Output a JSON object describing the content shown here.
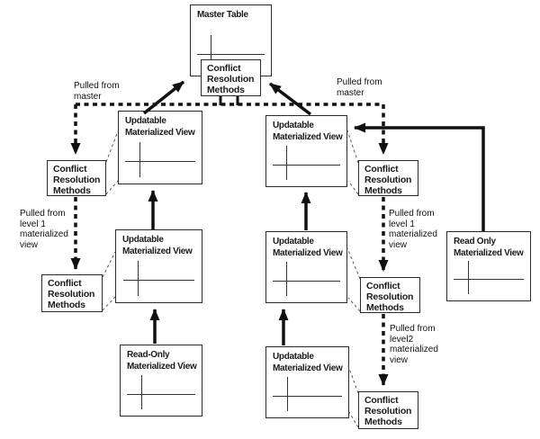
{
  "colors": {
    "line": "#1a1a1a",
    "background": "#ffffff"
  },
  "icons": {
    "table": "table-grid-icon"
  },
  "boxes": {
    "master_table": {
      "lines": [
        "Master Table"
      ]
    },
    "conflict_top": {
      "lines": [
        "Conflict",
        "Resolution",
        "Methods"
      ]
    },
    "umv_left_1": {
      "lines": [
        "Updatable",
        "Materialized View"
      ]
    },
    "umv_left_2": {
      "lines": [
        "Updatable",
        "Materialized View"
      ]
    },
    "readonly_bottom_left": {
      "lines": [
        "Read-Only",
        "Materialized View"
      ]
    },
    "umv_right_1": {
      "lines": [
        "Updatable",
        "Materialized View"
      ]
    },
    "umv_right_2": {
      "lines": [
        "Updatable",
        "Materialized View"
      ]
    },
    "umv_right_3": {
      "lines": [
        "Updatable",
        "Materialized View"
      ]
    },
    "readonly_far_right": {
      "lines": [
        "Read Only",
        "Materialized View"
      ]
    },
    "conflict_left_1": {
      "lines": [
        "Conflict",
        "Resolution",
        "Methods"
      ]
    },
    "conflict_left_2": {
      "lines": [
        "Conflict",
        "Resolution",
        "Methods"
      ]
    },
    "conflict_right_1": {
      "lines": [
        "Conflict",
        "Resolution",
        "Methods"
      ]
    },
    "conflict_right_2": {
      "lines": [
        "Conflict",
        "Resolution",
        "Methods"
      ]
    },
    "conflict_right_3": {
      "lines": [
        "Conflict",
        "Resolution",
        "Methods"
      ]
    }
  },
  "labels": {
    "pulled_master_left": {
      "lines": [
        "Pulled from",
        "master"
      ]
    },
    "pulled_master_right": {
      "lines": [
        "Pulled from",
        "master"
      ]
    },
    "pulled_level1_left": {
      "lines": [
        "Pulled from",
        "level 1",
        "materialized",
        "view"
      ]
    },
    "pulled_level1_right": {
      "lines": [
        "Pulled from",
        "level 1",
        "materialized",
        "view"
      ]
    },
    "pulled_level2_right": {
      "lines": [
        "Pulled from",
        "level2",
        "materialized",
        "view"
      ]
    }
  }
}
